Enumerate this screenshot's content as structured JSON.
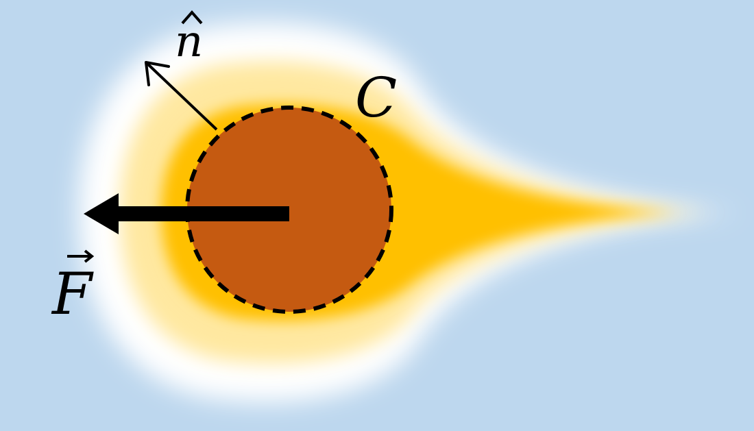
{
  "diagram": {
    "labels": {
      "normal": "n",
      "contour": "C",
      "force": "F"
    },
    "colors": {
      "background": "#bdd7ee",
      "wake_core": "#ffc000",
      "wake_edge": "#ffffff",
      "particle": "#c55a11",
      "outline": "#000000"
    }
  }
}
